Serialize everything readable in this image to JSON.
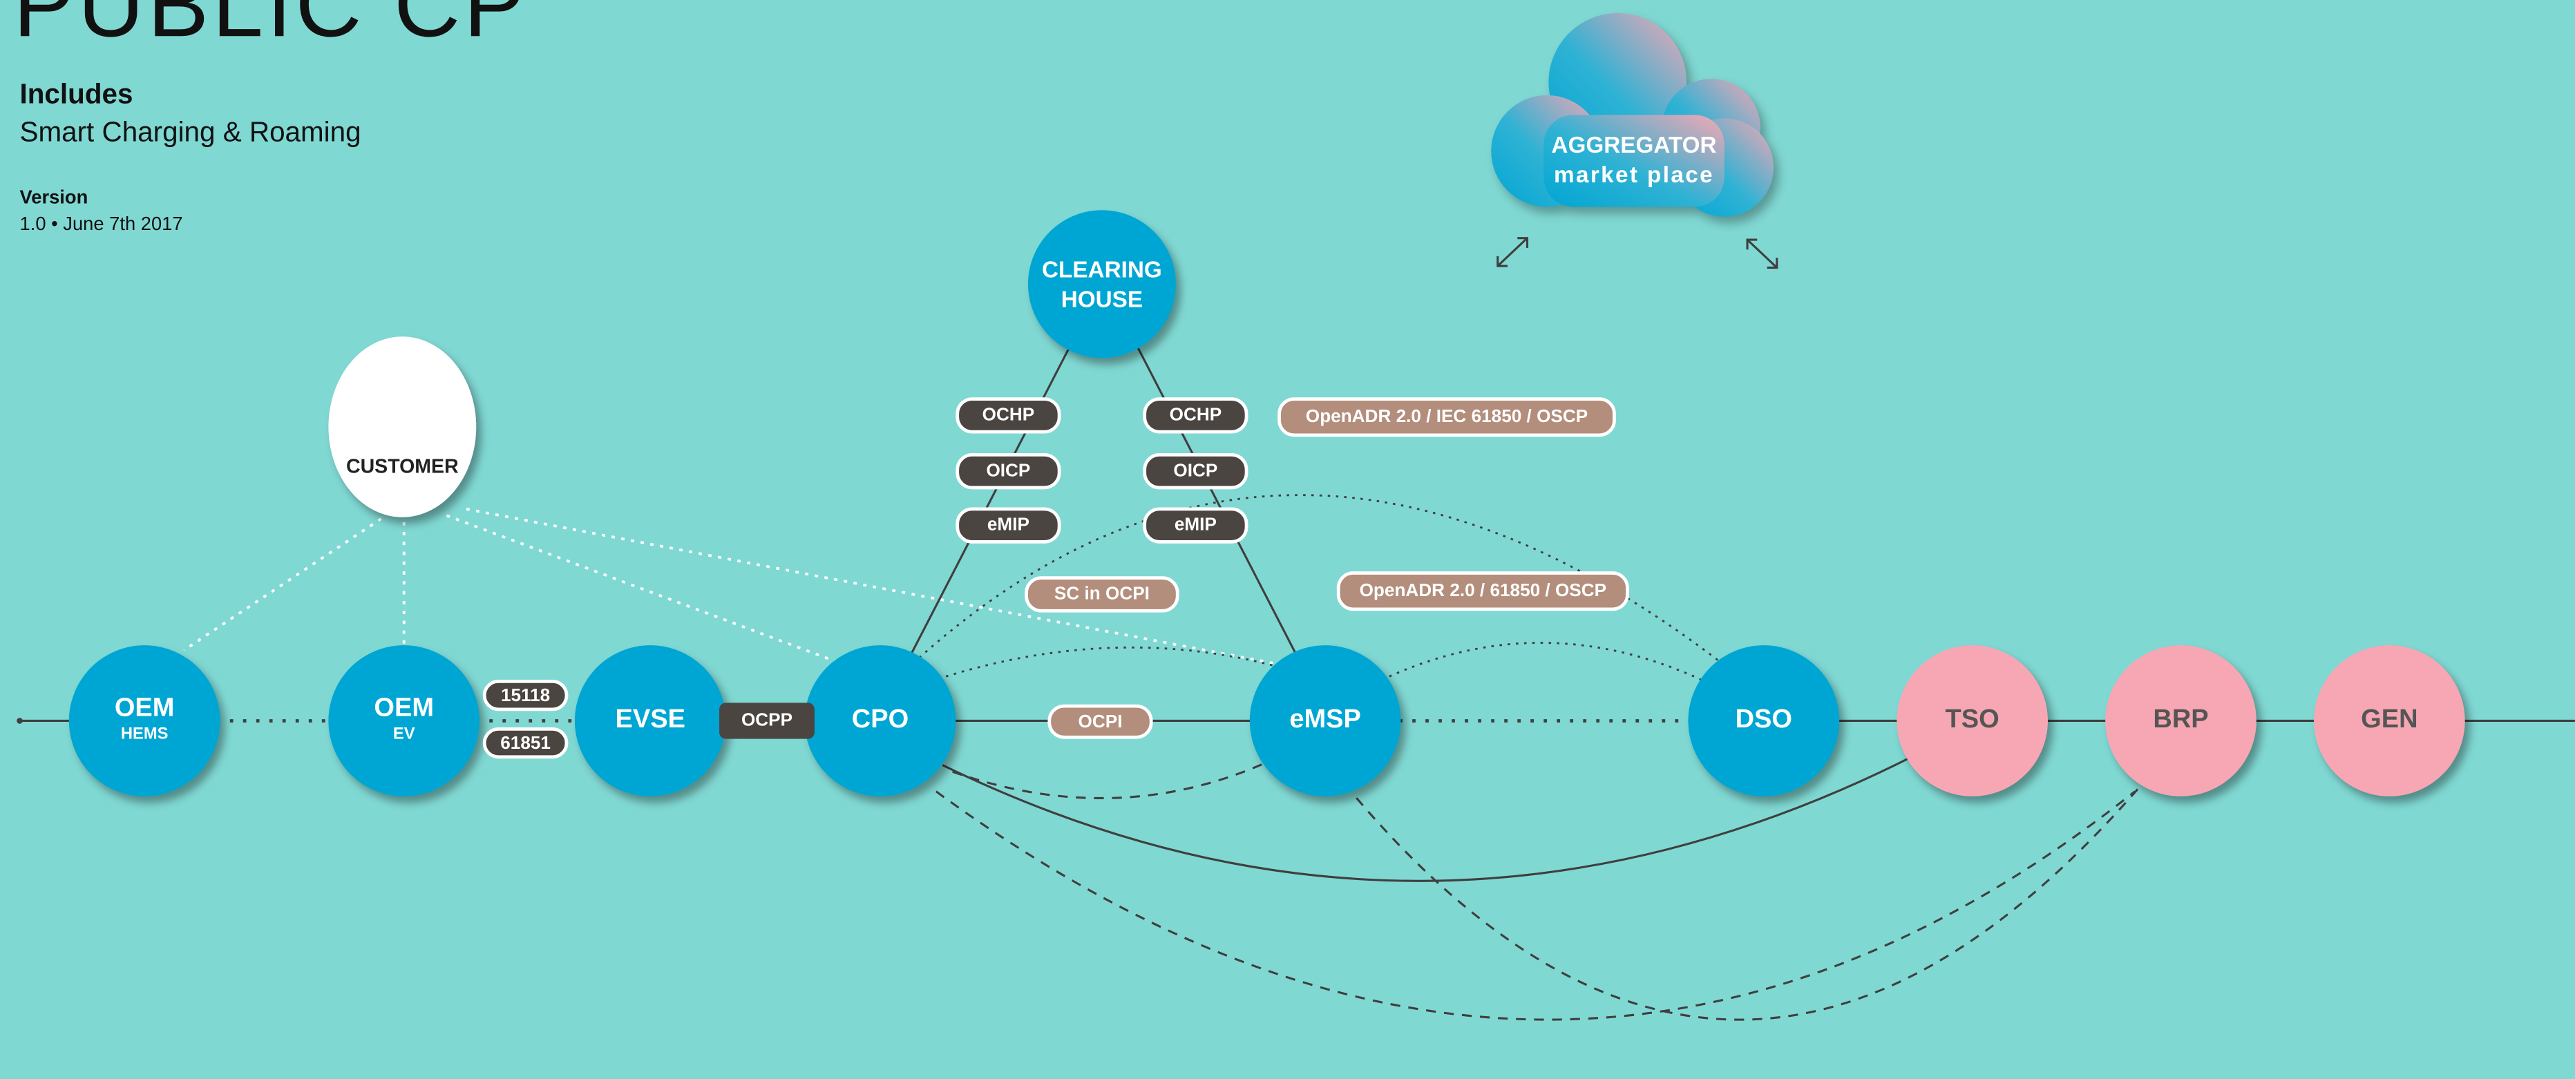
{
  "header": {
    "title": "PUBLIC CP",
    "includes_label": "Includes",
    "includes_value": "Smart Charging & Roaming",
    "version_label": "Version",
    "version_value": "1.0 • June 7th 2017"
  },
  "nodes": {
    "oem_hems": {
      "label": "OEM",
      "sub": "HEMS"
    },
    "oem_ev": {
      "label": "OEM",
      "sub": "EV"
    },
    "evse": {
      "label": "EVSE"
    },
    "cpo": {
      "label": "CPO"
    },
    "emsp": {
      "label": "eMSP"
    },
    "dso": {
      "label": "DSO"
    },
    "tso": {
      "label": "TSO"
    },
    "brp": {
      "label": "BRP"
    },
    "gen": {
      "label": "GEN"
    },
    "clearing_house": {
      "line1": "CLEARING",
      "line2": "HOUSE"
    },
    "customer": {
      "label": "CUSTOMER"
    },
    "aggregator": {
      "line1": "AGGREGATOR",
      "line2": "market place"
    }
  },
  "protocols": {
    "iso15118": "15118",
    "iec61851": "61851",
    "ocpp": "OCPP",
    "ocpi": "OCPI",
    "sc_in_ocpi": "SC in OCPI",
    "left_ochp": "OCHP",
    "left_oicp": "OICP",
    "left_emip": "eMIP",
    "right_ochp": "OCHP",
    "right_oicp": "OICP",
    "right_emip": "eMIP",
    "openadr_top": "OpenADR 2.0 / IEC 61850 / OSCP",
    "openadr_mid": "OpenADR 2.0 / 61850 / OSCP"
  },
  "colors": {
    "background": "#80d8d3",
    "node_blue": "#00a6d3",
    "node_pink": "#f7a7b4",
    "pill_dark": "#4b4541",
    "pill_tan": "#b38e7c"
  }
}
